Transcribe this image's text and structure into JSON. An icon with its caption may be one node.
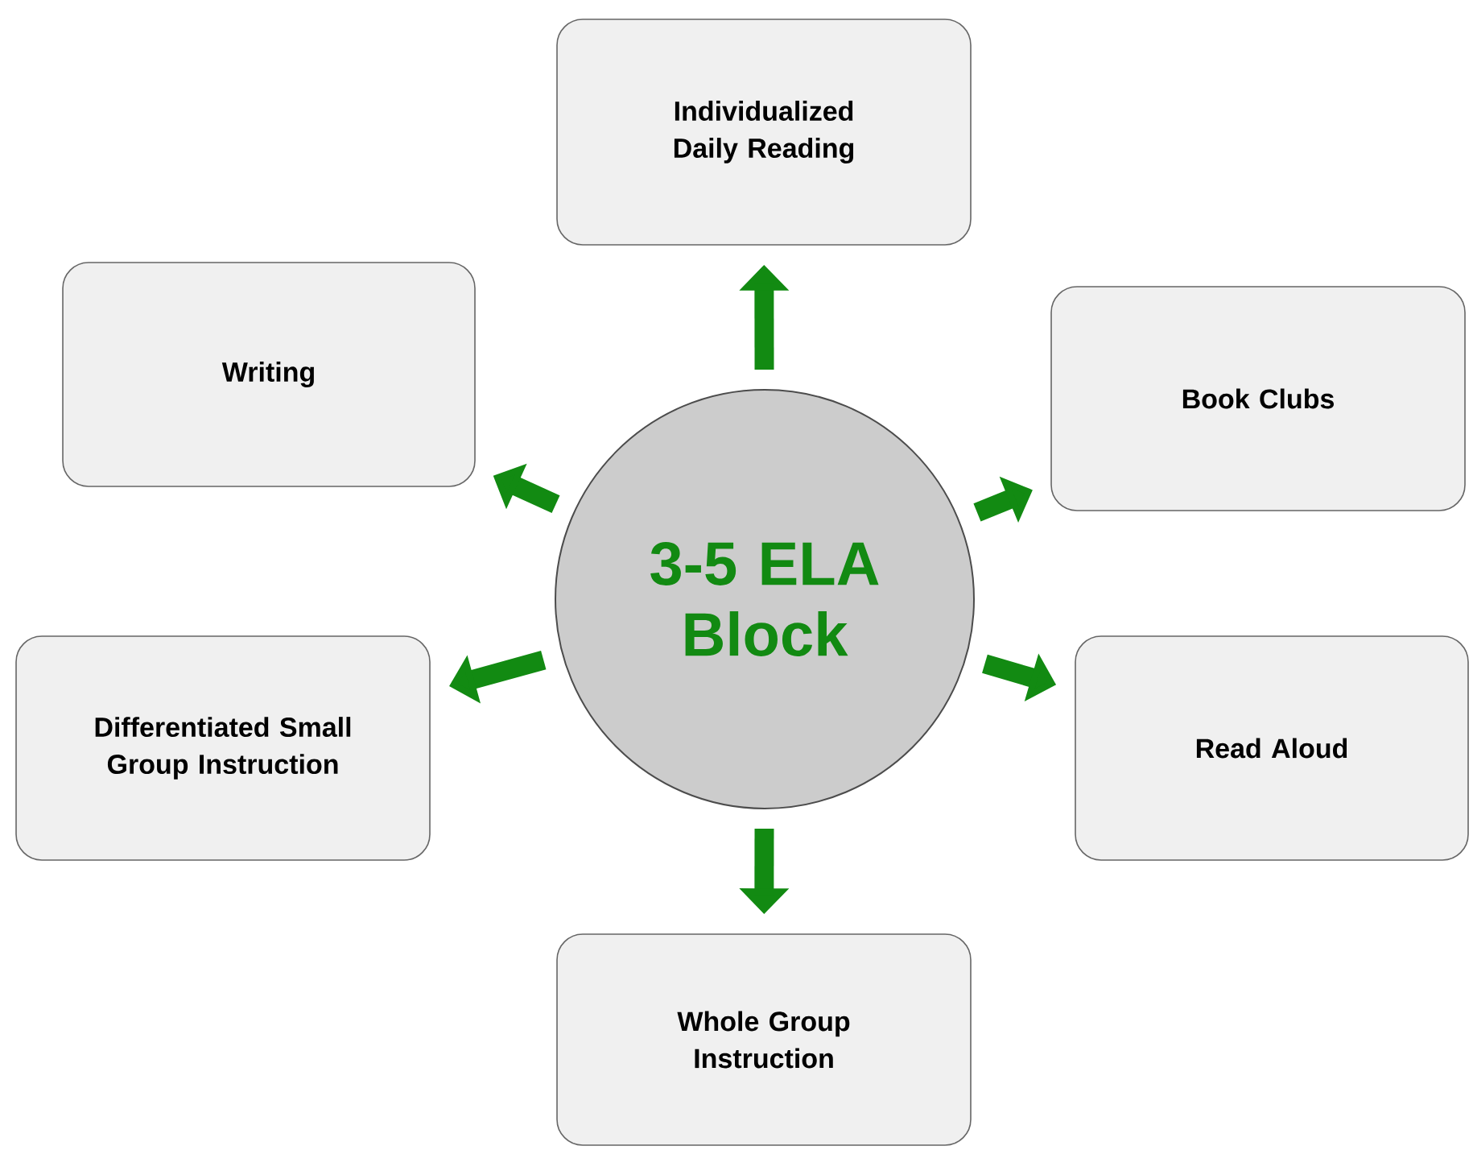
{
  "diagram": {
    "nodes": [
      {
        "text": [
          "3-5 ELA Block"
        ]
      },
      {
        "text": [
          "Individualized Daily Reading"
        ]
      },
      {
        "text": [
          "Writing"
        ]
      },
      {
        "text": [
          "Book Clubs"
        ]
      },
      {
        "text": [
          "Differentiated Small Group Instruction"
        ]
      },
      {
        "text": [
          "Read Aloud"
        ]
      },
      {
        "text": [
          "Whole Group Instruction"
        ]
      }
    ],
    "edges": [
      {
        "from": 0,
        "to": 1,
        "arrow": "to"
      },
      {
        "from": 0,
        "to": 2,
        "arrow": "to"
      },
      {
        "from": 0,
        "to": 3,
        "arrow": "to"
      },
      {
        "from": 0,
        "to": 4,
        "arrow": "to"
      },
      {
        "from": 0,
        "to": 5,
        "arrow": "to"
      },
      {
        "from": 0,
        "to": 6,
        "arrow": "to"
      }
    ]
  }
}
